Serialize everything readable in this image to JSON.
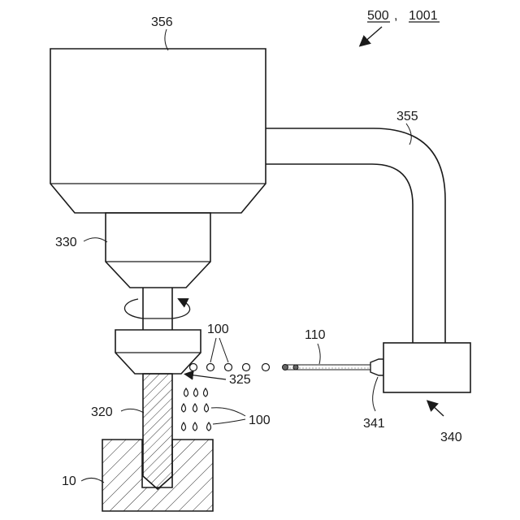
{
  "figure": {
    "labels": {
      "ref_500": "500",
      "separator": ",",
      "ref_1001": "1001",
      "head": "356",
      "duct": "355",
      "spindle": "330",
      "tool": "320",
      "workpiece": "10",
      "nozzle_gap": "325",
      "particles_top": "100",
      "particles_bottom": "100",
      "stream": "110",
      "nozzle": "341",
      "unit": "340"
    }
  }
}
